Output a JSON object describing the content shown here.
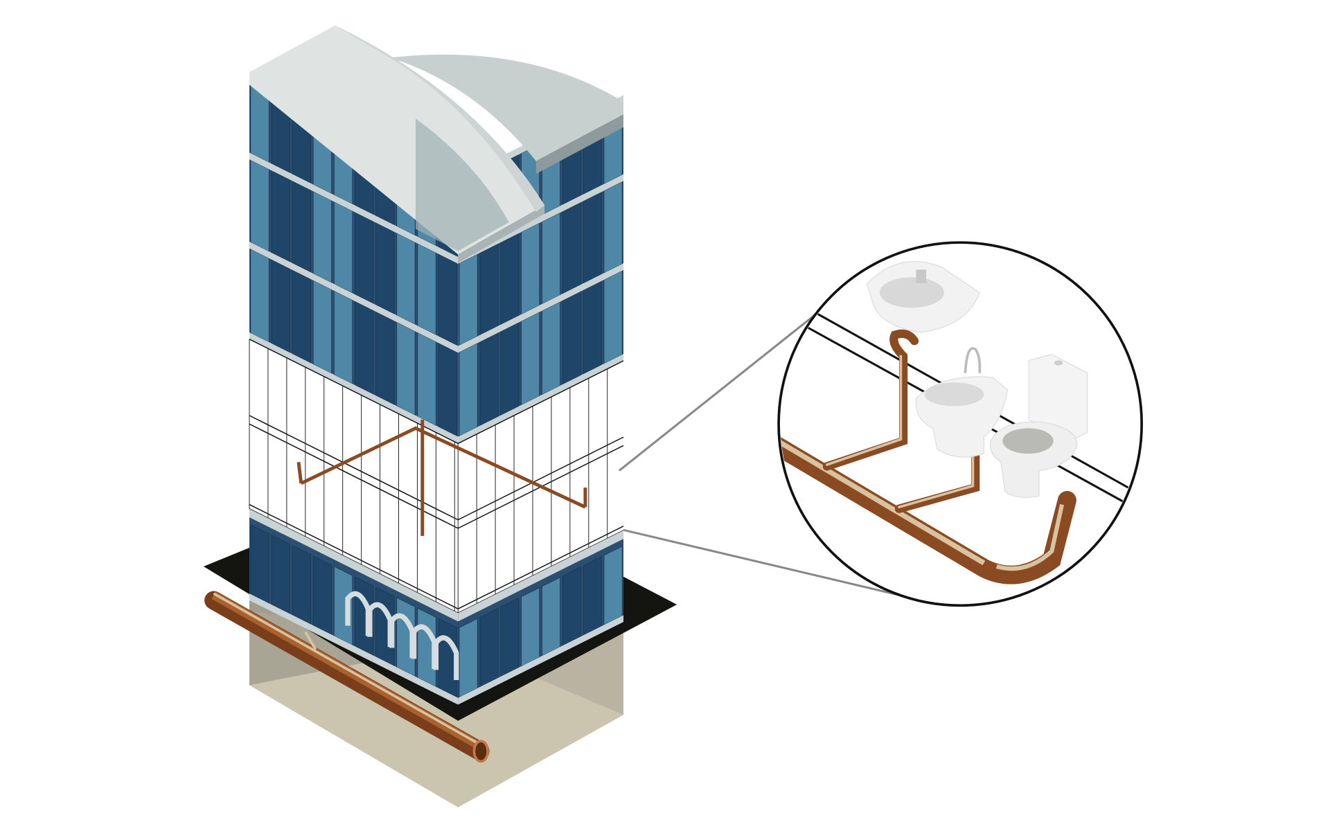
{
  "colors": {
    "background": "#ffffff",
    "glass_dark": "#1f4569",
    "glass_light": "#4f88a6",
    "floor_band": "#c9d3d6",
    "roof_light": "#dfe3e2",
    "roof_shade": "#c7d0cf",
    "ground": "#141410",
    "pit_side": "#a9a595",
    "pit_floor": "#cbc5af",
    "copper": "#8a4a22",
    "copper_highlight": "#d9c2a0",
    "porcelain": "#f2f2f2",
    "outline": "#111111",
    "callout_line": "#888888"
  },
  "illustration": {
    "subject": "building-plumbing-cutaway",
    "detail_fixtures": [
      "washbasin",
      "bidet",
      "toilet"
    ]
  }
}
